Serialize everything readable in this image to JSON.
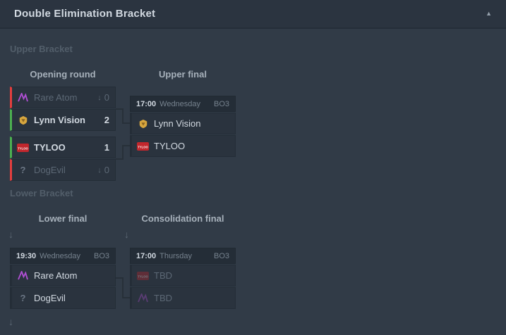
{
  "header": {
    "title": "Double Elimination Bracket",
    "collapse_icon": "▲"
  },
  "icons": {
    "drop_arrow": "↓",
    "question_mark": "?"
  },
  "upper": {
    "label": "Upper Bracket",
    "opening": {
      "title": "Opening round",
      "match1": {
        "team1": {
          "name": "Rare Atom",
          "score": "0"
        },
        "team2": {
          "name": "Lynn Vision",
          "score": "2"
        }
      },
      "match2": {
        "team1": {
          "name": "TYLOO",
          "score": "1"
        },
        "team2": {
          "name": "DogEvil",
          "score": "0"
        }
      }
    },
    "final": {
      "title": "Upper final",
      "match": {
        "time": "17:00",
        "day": "Wednesday",
        "format": "BO3",
        "team1": {
          "name": "Lynn Vision"
        },
        "team2": {
          "name": "TYLOO"
        }
      }
    }
  },
  "lower": {
    "label": "Lower Bracket",
    "final": {
      "title": "Lower final",
      "match": {
        "time": "19:30",
        "day": "Wednesday",
        "format": "BO3",
        "team1": {
          "name": "Rare Atom"
        },
        "team2": {
          "name": "DogEvil"
        }
      }
    },
    "consolidation": {
      "title": "Consolidation final",
      "match": {
        "time": "17:00",
        "day": "Thursday",
        "format": "BO3",
        "team1": {
          "name": "TBD"
        },
        "team2": {
          "name": "TBD"
        }
      }
    }
  },
  "colors": {
    "win": "#4caf50",
    "loss": "#e33e3e",
    "rare_atom": "#b04fd4",
    "lynn_vision": "#d7a63e",
    "tyloo": "#c1272d"
  }
}
